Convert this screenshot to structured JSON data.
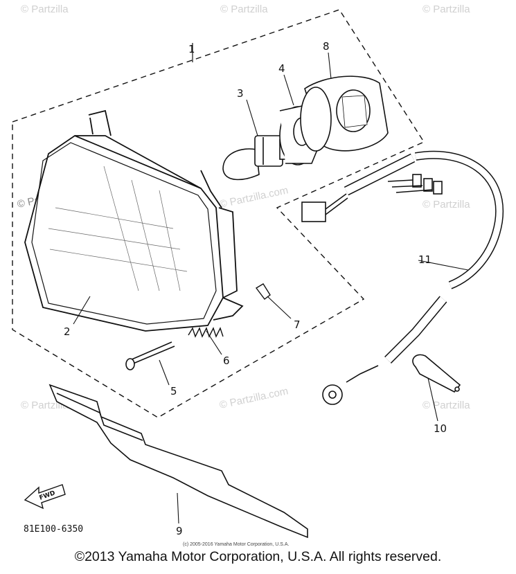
{
  "diagram": {
    "callouts": [
      "1",
      "2",
      "3",
      "4",
      "5",
      "6",
      "7",
      "8",
      "9",
      "10",
      "11"
    ],
    "fwd_label": "FWD",
    "part_code": "81E100-6350",
    "small_copyright": "(c) 2005-2016 Yamaha Motor Corporation, U.S.A.",
    "watermark": "© Partzilla.com",
    "watermark_short": "© Partzilla"
  },
  "footer": {
    "copyright": "©2013 Yamaha Motor Corporation, U.S.A. All rights reserved."
  }
}
